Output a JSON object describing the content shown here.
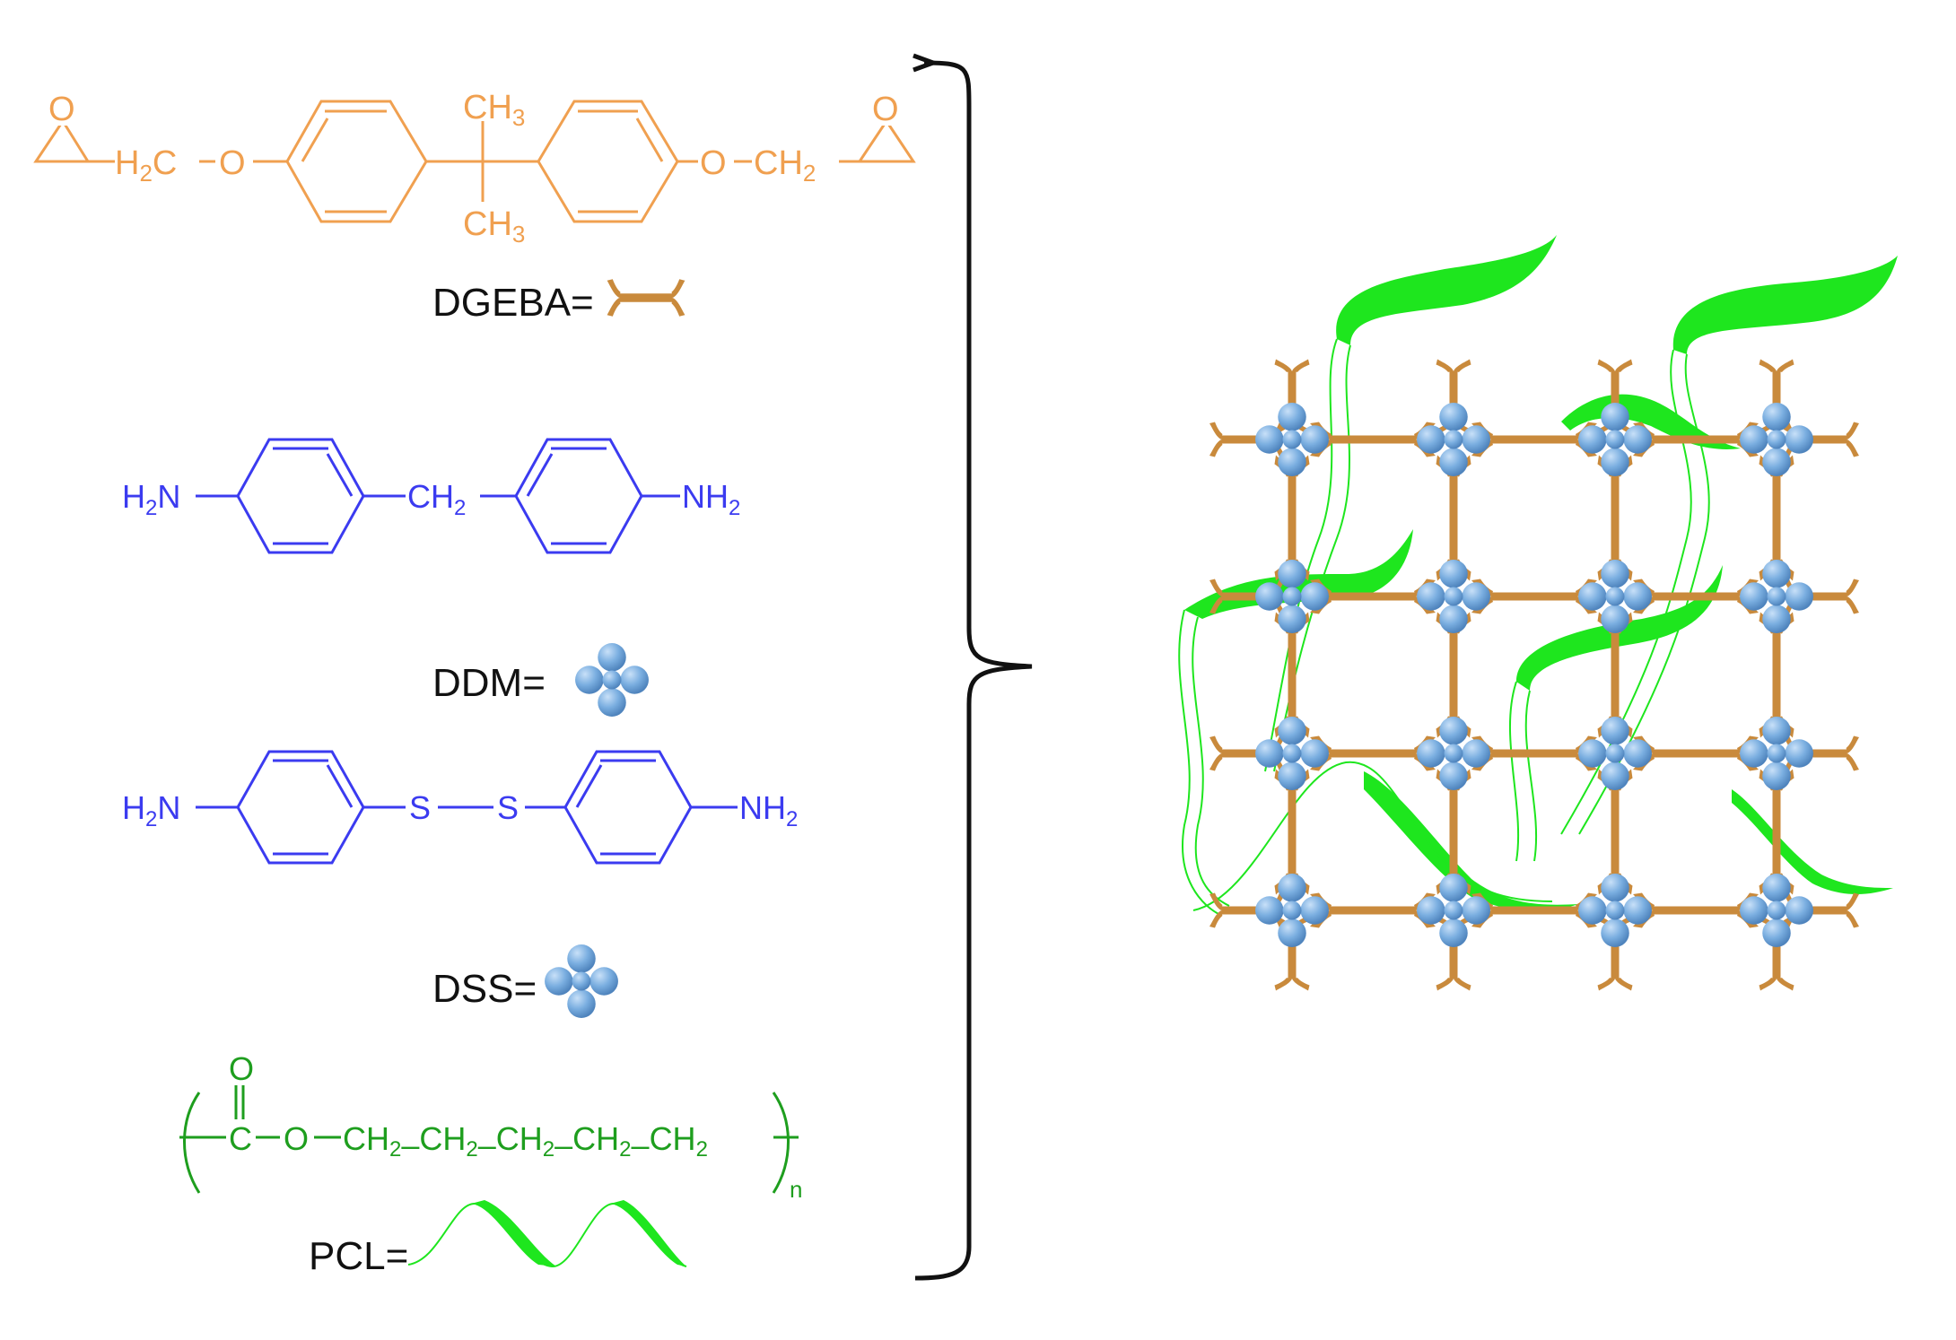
{
  "colors": {
    "dgeba": "#f0a050",
    "amine": "#3b3bf0",
    "pcl": "#1e9e1e",
    "pcl_ribbon": "#1ee61e",
    "epoxy_glyph": "#c98a3c",
    "epoxy_glyph_dark": "#a56b25",
    "amine_ball": "#7aaee0",
    "amine_ball_dark": "#4f84bd",
    "label": "#111111",
    "bracket": "#111111"
  },
  "dgeba": {
    "o_epoxide_left": "O",
    "h2c": "H",
    "h2c_sub": "2",
    "h2c_c": "C",
    "o_ether_left": "O",
    "ch3_top": "CH",
    "ch3_top_sub": "3",
    "ch3_bottom": "CH",
    "ch3_bottom_sub": "3",
    "o_ether_right": "O",
    "ch2": "CH",
    "ch2_sub": "2",
    "o_epoxide_right": "O",
    "legend": "DGEBA="
  },
  "ddm": {
    "h2n": "H",
    "h2n_sub": "2",
    "h2n_n": "N",
    "ch2": "CH",
    "ch2_sub": "2",
    "nh2": "NH",
    "nh2_sub": "2",
    "legend": "DDM="
  },
  "dss": {
    "h2n": "H",
    "h2n_sub": "2",
    "h2n_n": "N",
    "s_left": "S",
    "s_right": "S",
    "nh2": "NH",
    "nh2_sub": "2",
    "legend": "DSS="
  },
  "pcl": {
    "carbonyl_o": "O",
    "c": "C",
    "o": "O",
    "ch2_units": [
      {
        "t": "CH",
        "s": "2"
      },
      {
        "t": "CH",
        "s": "2"
      },
      {
        "t": "CH",
        "s": "2"
      },
      {
        "t": "CH",
        "s": "2"
      },
      {
        "t": "CH",
        "s": "2"
      }
    ],
    "repeat_n": "n",
    "legend": "PCL="
  },
  "network": {
    "rows": 4,
    "cols": 4
  }
}
